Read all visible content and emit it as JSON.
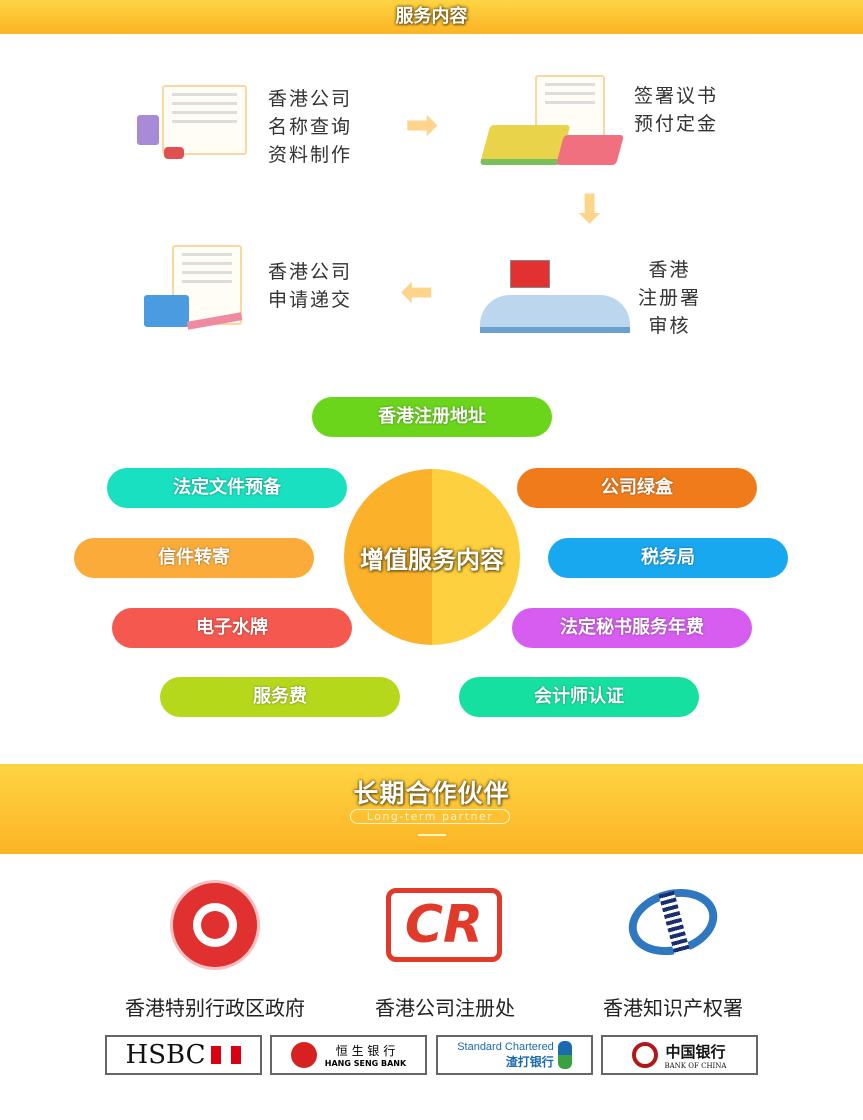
{
  "header": {
    "title": "服务内容"
  },
  "process": {
    "step1": "香港公司\n名称查询\n资料制作",
    "step1_lines": [
      "香港公司",
      "名称查询",
      "资料制作"
    ],
    "step2_lines": [
      "签署议书",
      "预付定金"
    ],
    "step3_lines": [
      "香港",
      "注册署",
      "审核"
    ],
    "step4_lines": [
      "香港公司",
      "申请递交"
    ]
  },
  "value_added": {
    "center": "增值服务内容",
    "items": [
      {
        "label": "香港注册地址",
        "color": "#6ad51a"
      },
      {
        "label": "法定文件预备",
        "color": "#18e0c0"
      },
      {
        "label": "公司绿盒",
        "color": "#f07b1a"
      },
      {
        "label": "信件转寄",
        "color": "#fbab3a"
      },
      {
        "label": "税务局",
        "color": "#18a8f0"
      },
      {
        "label": "电子水牌",
        "color": "#f5584f"
      },
      {
        "label": "法定秘书服务年费",
        "color": "#d75cf0"
      },
      {
        "label": "服务费",
        "color": "#b5d81a"
      },
      {
        "label": "会计师认证",
        "color": "#16e0a0"
      }
    ]
  },
  "partners": {
    "title": "长期合作伙伴",
    "subtitle": "Long-term partner",
    "gov": [
      "香港特别行政区政府",
      "香港公司注册处",
      "香港知识产权署"
    ],
    "cr_logo": "CR",
    "banks": {
      "hsbc": "HSBC",
      "hangseng_cn": "恒 生 银 行",
      "hangseng_en": "HANG SENG BANK",
      "sc_en": "Standard Chartered",
      "sc_cn": "渣打银行",
      "boc_cn": "中国银行",
      "boc_en": "BANK OF CHINA"
    }
  }
}
